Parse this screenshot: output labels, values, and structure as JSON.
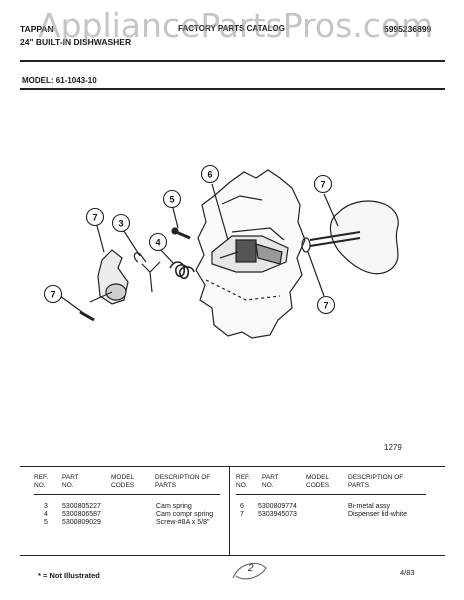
{
  "watermark": "AppliancePartsPros.com",
  "header": {
    "brand": "TAPPAN",
    "section": "FACTORY PARTS CATALOG",
    "product": "24\" BUILT-IN DISHWASHER",
    "catalog_no": "5995236899"
  },
  "model_label": "MODEL: 61-1043-10",
  "figure_number": "1279",
  "callouts": [
    "7",
    "3",
    "5",
    "6",
    "4",
    "7",
    "7",
    "7"
  ],
  "table": {
    "col_headers": {
      "ref_no": "REF. NO.",
      "part_no": "PART NO.",
      "model_codes": "MODEL CODES",
      "description": "DESCRIPTION OF PARTS"
    },
    "left_rows": [
      {
        "ref": "3",
        "part": "5300805227",
        "codes": "",
        "desc": "Cam spring"
      },
      {
        "ref": "4",
        "part": "5300806587",
        "codes": "",
        "desc": "Cam compr spring"
      },
      {
        "ref": "5",
        "part": "5300809029",
        "codes": "",
        "desc": "Screw-#8A x 5/8\""
      }
    ],
    "right_rows": [
      {
        "ref": "6",
        "part": "5300809774",
        "codes": "",
        "desc": "Bi-metal assy"
      },
      {
        "ref": "7",
        "part": "5303945073",
        "codes": "",
        "desc": "Dispenser lid-white"
      }
    ]
  },
  "footer": {
    "note": "* = Not Illustrated",
    "page_mark": "2",
    "date": "4/83"
  }
}
